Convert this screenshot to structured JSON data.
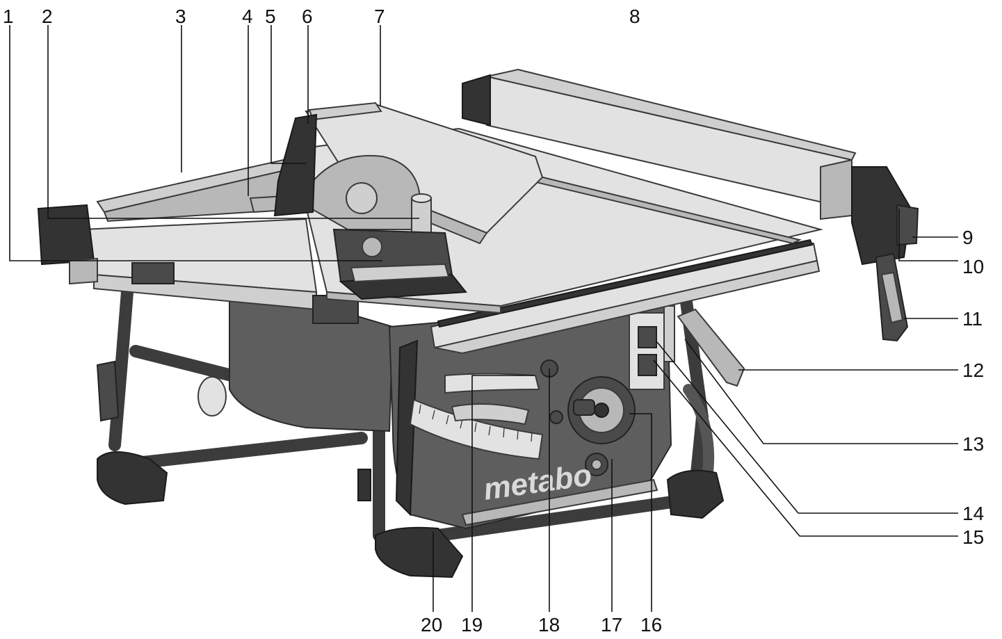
{
  "brand": "metabo",
  "callouts": [
    {
      "id": "1",
      "label": "1"
    },
    {
      "id": "2",
      "label": "2"
    },
    {
      "id": "3",
      "label": "3"
    },
    {
      "id": "4",
      "label": "4"
    },
    {
      "id": "5",
      "label": "5"
    },
    {
      "id": "6",
      "label": "6"
    },
    {
      "id": "7",
      "label": "7"
    },
    {
      "id": "8",
      "label": "8"
    },
    {
      "id": "9",
      "label": "9"
    },
    {
      "id": "10",
      "label": "10"
    },
    {
      "id": "11",
      "label": "11"
    },
    {
      "id": "12",
      "label": "12"
    },
    {
      "id": "13",
      "label": "13"
    },
    {
      "id": "14",
      "label": "14"
    },
    {
      "id": "15",
      "label": "15"
    },
    {
      "id": "16",
      "label": "16"
    },
    {
      "id": "17",
      "label": "17"
    },
    {
      "id": "18",
      "label": "18"
    },
    {
      "id": "19",
      "label": "19"
    },
    {
      "id": "20",
      "label": "20"
    }
  ]
}
